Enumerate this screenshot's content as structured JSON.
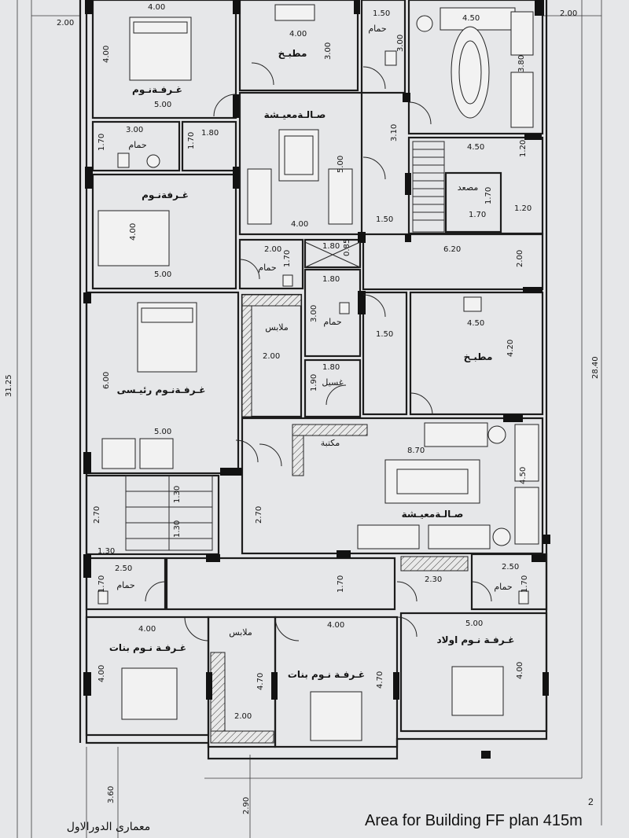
{
  "rooms": {
    "bedroom_tl": "غـرفـةنـوم",
    "kitchen_top": "مطبـخ",
    "bath_top": "حمام",
    "living_top": "صـالـةمعيـشة",
    "bath_left": "حمام",
    "bedroom_l2": "غـرفةنـوم",
    "elevator": "مصعد",
    "bath_mid": "حمام",
    "closet_mid": "ملابس",
    "bath_mid2": "حمام",
    "master_bedroom": "غـرفـةنـوم رئيـسى",
    "laundry": "غسيل",
    "kitchen_right": "مطبـخ",
    "library": "مكتبة",
    "living_main": "صـالـةمعيـشة",
    "bath_bl": "حمام",
    "bath_br": "حمام",
    "closet_bottom": "ملابس",
    "girls_room_1": "غـرفـة نـوم بنات",
    "girls_room_2": "غـرفـة نـوم بنات",
    "boys_room": "غـرفـة نـوم اولاد"
  },
  "dimensions": {
    "d_2_00_left": "2.00",
    "d_4_00_bed": "4.00",
    "d_4_00_bed_v": "4.00",
    "d_5_00_bed": "5.00",
    "d_4_00_kitchen": "4.00",
    "d_3_00_kitchen": "3.00",
    "d_1_50_bath": "1.50",
    "d_3_00_bath": "3.00",
    "d_4_50_top": "4.50",
    "d_2_00_right": "2.00",
    "d_3_80_top": "3.80",
    "d_3_00_bathl": "3.00",
    "d_1_80_bathl": "1.80",
    "d_1_70_bathl": "1.70",
    "d_1_70_bathl2": "1.70",
    "d_5_00_living": "5.00",
    "d_4_00_living": "4.00",
    "d_3_10": "3.10",
    "d_4_50_stair": "4.50",
    "d_1_20_a": "1.20",
    "d_1_20_b": "1.20",
    "d_1_70_elev": "1.70",
    "d_1_70_elev_v": "1.70",
    "d_1_50_corr": "1.50",
    "d_4_00_bed2": "4.00",
    "d_5_00_bed2": "5.00",
    "d_6_20": "6.20",
    "d_2_00_corr": "2.00",
    "d_2_00_bath": "2.00",
    "d_1_70_bath": "1.70",
    "d_1_80_shaft": "1.80",
    "d_0_85": "0.85",
    "d_1_80_bath2": "1.80",
    "d_3_00_bath2": "3.00",
    "d_2_00_closet": "2.00",
    "d_1_50_corr2": "1.50",
    "d_4_50_kitchen": "4.50",
    "d_4_20_kitchen": "4.20",
    "d_6_00_master": "6.00",
    "d_1_80_laundry": "1.80",
    "d_1_90_laundry": "1.90",
    "d_5_00_master": "5.00",
    "d_31_25": "31.25",
    "d_28_40": "28.40",
    "d_8_70": "8.70",
    "d_4_50_living": "4.50",
    "d_2_70_stair": "2.70",
    "d_1_30_stair_a": "1.30",
    "d_1_30_stair_b": "1.30",
    "d_1_30_stair_c": "1.30",
    "d_2_70_corr": "2.70",
    "d_2_50_bl": "2.50",
    "d_1_70_bl": "1.70",
    "d_1_70_corr": "1.70",
    "d_2_30": "2.30",
    "d_2_50_br": "2.50",
    "d_1_70_br": "1.70",
    "d_4_00_g1": "4.00",
    "d_4_00_g1_v": "4.00",
    "d_4_00_g2": "4.00",
    "d_4_70_closet": "4.70",
    "d_4_70_g2": "4.70",
    "d_2_00_closet_b": "2.00",
    "d_5_00_boys": "5.00",
    "d_4_00_boys": "4.00",
    "d_3_60": "3.60",
    "d_2_90": "2.90"
  },
  "footer": {
    "area_text": "Area for Building FF plan  415m",
    "area_sup": "2",
    "architect": "معمارى الدورالاول"
  }
}
